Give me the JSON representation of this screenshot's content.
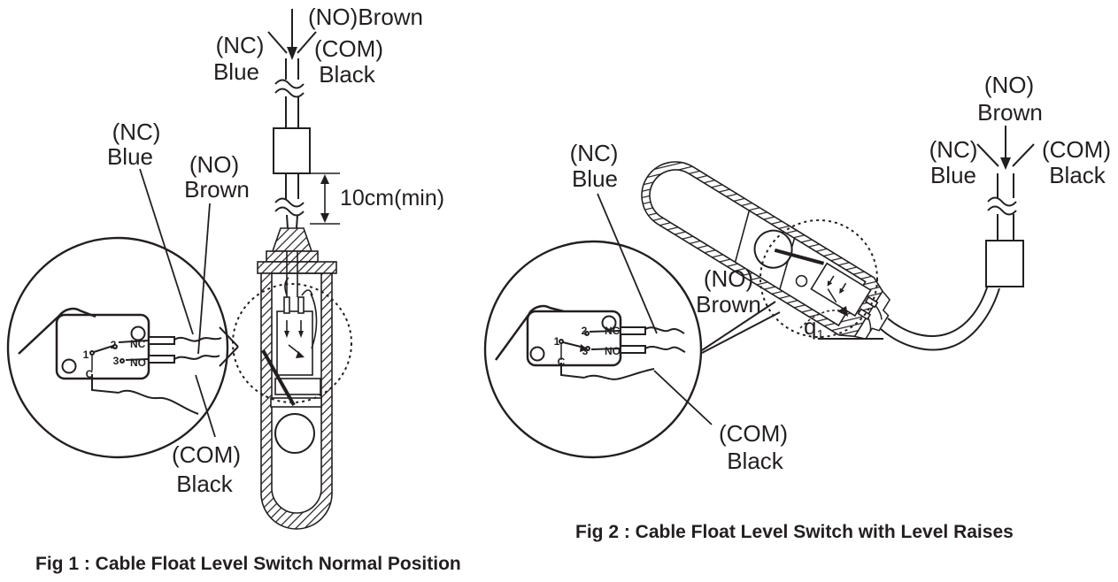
{
  "colors": {
    "line": "#231f20",
    "background": "#ffffff"
  },
  "fig1": {
    "top_labels": {
      "no": "(NO)Brown",
      "nc1": "(NC)",
      "nc2": "Blue",
      "com1": "(COM)",
      "com2": "Black"
    },
    "dimension_label": "10cm(min)",
    "side_labels": {
      "nc1": "(NC)",
      "nc2": "Blue",
      "no1": "(NO)",
      "no2": "Brown",
      "com1": "(COM)",
      "com2": "Black"
    },
    "switch_labels": {
      "pin1": "1",
      "pin2": "2",
      "pin3": "3",
      "nc": "NC",
      "no": "NO",
      "c": "C"
    },
    "caption": "Fig 1 : Cable Float Level Switch Normal Position"
  },
  "fig2": {
    "top_labels": {
      "no1": "(NO)",
      "no2": "Brown",
      "nc1": "(NC)",
      "nc2": "Blue",
      "com1": "(COM)",
      "com2": "Black"
    },
    "side_labels": {
      "nc1": "(NC)",
      "nc2": "Blue",
      "no1": "(NO)",
      "no2": "Brown",
      "com1": "(COM)",
      "com2": "Black"
    },
    "switch_labels": {
      "pin1": "1",
      "pin2": "2",
      "pin3": "3",
      "nc": "NC",
      "no": "NO",
      "c": "C"
    },
    "angle": {
      "symbol": "q",
      "subscript": "1"
    },
    "caption": "Fig 2 : Cable Float Level Switch with Level Raises"
  }
}
